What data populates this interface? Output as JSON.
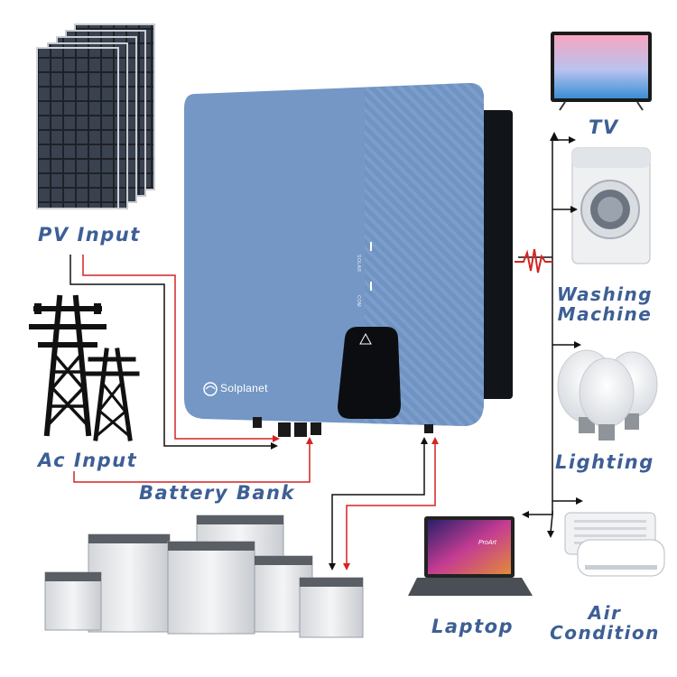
{
  "labels": {
    "pv_input": "PV Input",
    "ac_input": "Ac Input",
    "battery_bank": "Battery Bank",
    "tv": "TV",
    "washing_machine_line1": "Washing",
    "washing_machine_line2": "Machine",
    "lighting": "Lighting",
    "laptop": "Laptop",
    "air_condition_line1": "Air",
    "air_condition_line2": "Condition"
  },
  "inverter": {
    "brand": "Solplanet",
    "indicator_solar": "SOLAR",
    "indicator_com": "COM"
  },
  "laptop_screen_text": "ProArt",
  "colors": {
    "label_text": "#3d5f95",
    "inverter_body": "#7497c5",
    "wire_red": "#d42424",
    "wire_black": "#111111"
  }
}
